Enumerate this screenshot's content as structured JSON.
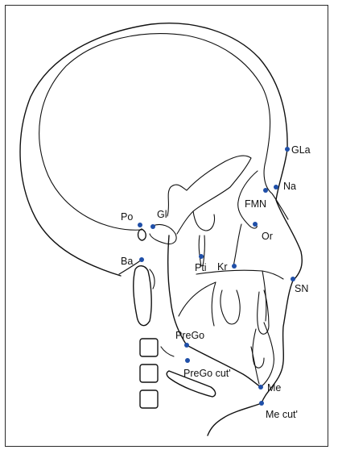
{
  "colors": {
    "landmark": "#1f4fa8",
    "line": "#111111",
    "border": "#2a2a2a"
  },
  "landmarks": [
    {
      "id": "gla",
      "label": "GLa"
    },
    {
      "id": "na",
      "label": "Na"
    },
    {
      "id": "fmn",
      "label": "FMN"
    },
    {
      "id": "po",
      "label": "Po"
    },
    {
      "id": "gl",
      "label": "Gl"
    },
    {
      "id": "or",
      "label": "Or"
    },
    {
      "id": "ba",
      "label": "Ba"
    },
    {
      "id": "pti",
      "label": "Pti"
    },
    {
      "id": "kr",
      "label": "Kr"
    },
    {
      "id": "sn",
      "label": "SN"
    },
    {
      "id": "prego",
      "label": "PreGo"
    },
    {
      "id": "prego_cut",
      "label": "PreGo cut'"
    },
    {
      "id": "me",
      "label": "Me"
    },
    {
      "id": "me_cut",
      "label": "Me cut'"
    }
  ]
}
